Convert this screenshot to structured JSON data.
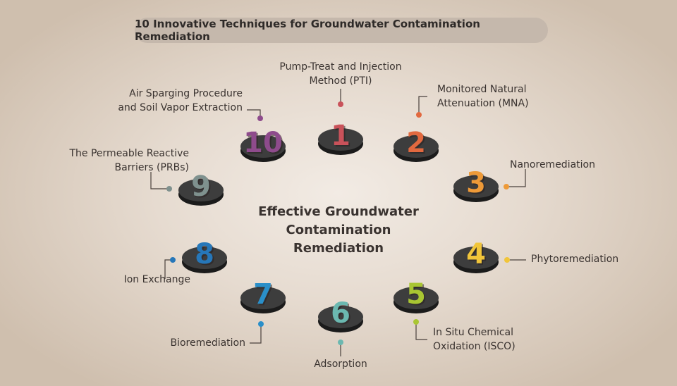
{
  "title": "10 Innovative Techniques for Groundwater Contamination Remediation",
  "center": [
    "Effective Groundwater",
    "Contamination",
    "Remediation"
  ],
  "techniques": [
    {
      "number": "1",
      "label": [
        "Pump-Treat and Injection",
        "Method (PTI)"
      ],
      "color": "#c9525a"
    },
    {
      "number": "2",
      "label": [
        "Monitored Natural",
        "Attenuation (MNA)"
      ],
      "color": "#e2693f"
    },
    {
      "number": "3",
      "label": [
        "Nanoremediation"
      ],
      "color": "#ee9a38"
    },
    {
      "number": "4",
      "label": [
        "Phytoremediation"
      ],
      "color": "#f1c53a"
    },
    {
      "number": "5",
      "label": [
        "In Situ Chemical",
        "Oxidation (ISCO)"
      ],
      "color": "#a9c632"
    },
    {
      "number": "6",
      "label": [
        "Adsorption"
      ],
      "color": "#6bb8b0"
    },
    {
      "number": "7",
      "label": [
        "Bioremediation"
      ],
      "color": "#2a8fc9"
    },
    {
      "number": "8",
      "label": [
        "Ion Exchange"
      ],
      "color": "#2677b9"
    },
    {
      "number": "9",
      "label": [
        "The Permeable Reactive",
        "Barriers (PRBs)"
      ],
      "color": "#7f918e"
    },
    {
      "number": "10",
      "label": [
        "Air Sparging Procedure",
        "and Soil Vapor Extraction"
      ],
      "color": "#8e4b8c"
    }
  ]
}
